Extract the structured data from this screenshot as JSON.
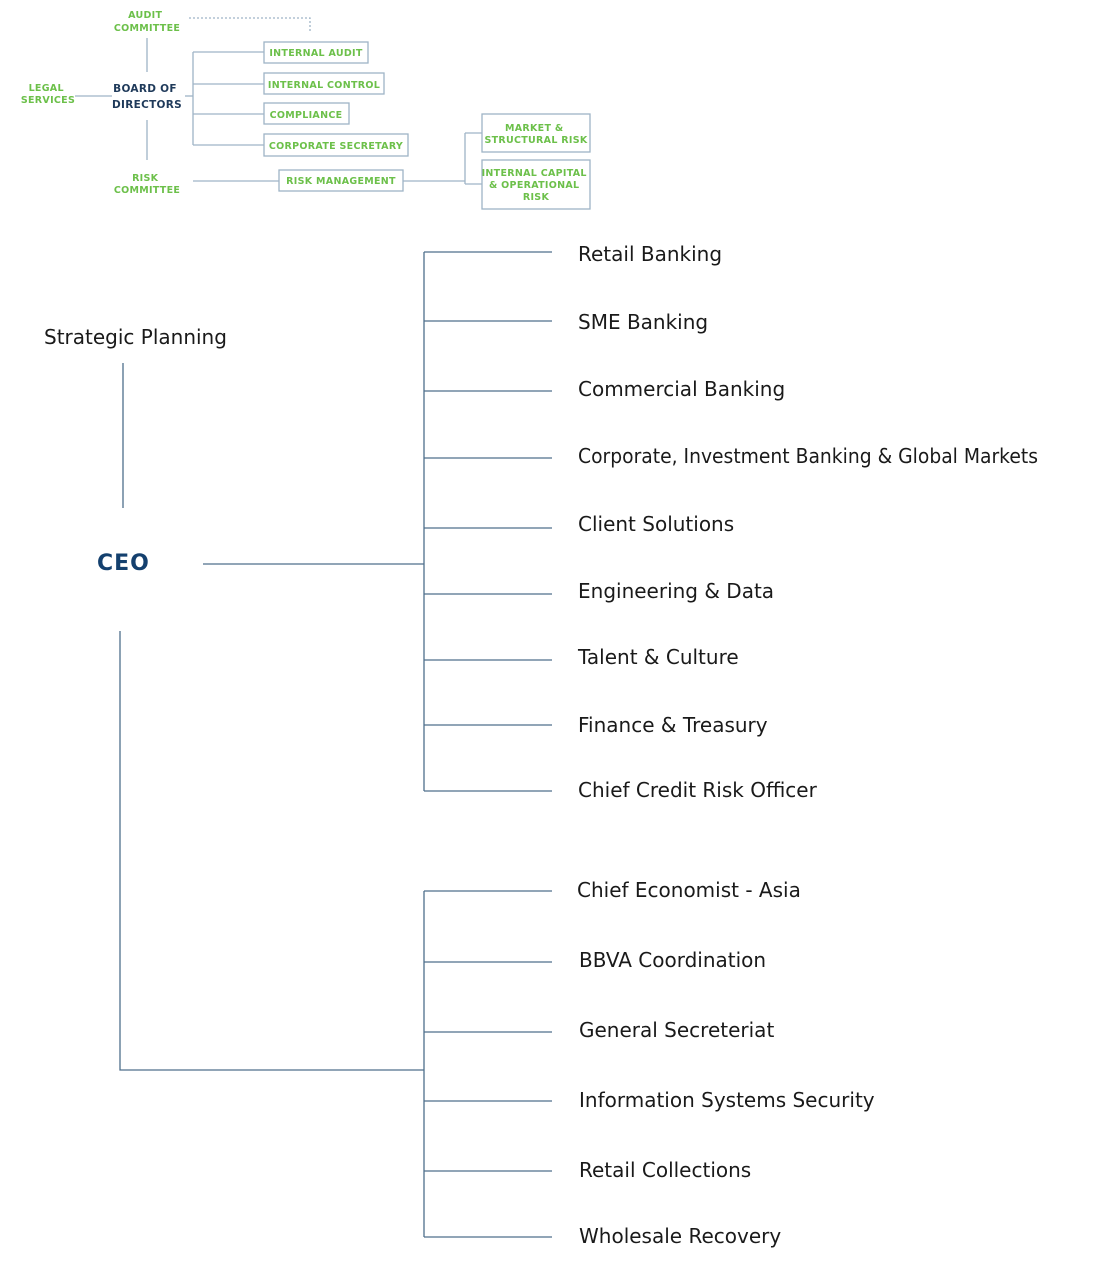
{
  "governance": {
    "audit_committee": [
      "AUDIT",
      "COMMITTEE"
    ],
    "legal_services": [
      "LEGAL",
      "SERVICES"
    ],
    "board_of_directors": [
      "BOARD OF",
      "DIRECTORS"
    ],
    "risk_committee": [
      "RISK",
      "COMMITTEE"
    ],
    "internal_audit": "INTERNAL AUDIT",
    "internal_control": "INTERNAL CONTROL",
    "compliance": "COMPLIANCE",
    "corporate_secretary": "CORPORATE SECRETARY",
    "risk_management": "RISK MANAGEMENT",
    "market_structural_risk": [
      "MARKET &",
      "STRUCTURAL RISK"
    ],
    "internal_capital_operational_risk": [
      "INTERNAL CAPITAL",
      "& OPERATIONAL",
      "RISK"
    ]
  },
  "ceo": "CEO",
  "strategic_planning": "Strategic Planning",
  "business_units": [
    "Retail Banking",
    "SME Banking",
    "Commercial Banking",
    "Corporate, Investment Banking & Global Markets",
    "Client Solutions",
    "Engineering & Data",
    "Talent & Culture",
    "Finance & Treasury",
    "Chief Credit Risk Officer"
  ],
  "support_units": [
    "Chief Economist - Asia",
    "BBVA Coordination",
    "General Secreteriat",
    "Information Systems Security",
    "Retail Collections",
    "Wholesale Recovery"
  ],
  "colors": {
    "governance_text": "#6cc04a",
    "board_text": "#1f3a5a",
    "ceo_text": "#14406e",
    "connector": "#4f6f8c",
    "box_border": "#9fb4c6"
  }
}
